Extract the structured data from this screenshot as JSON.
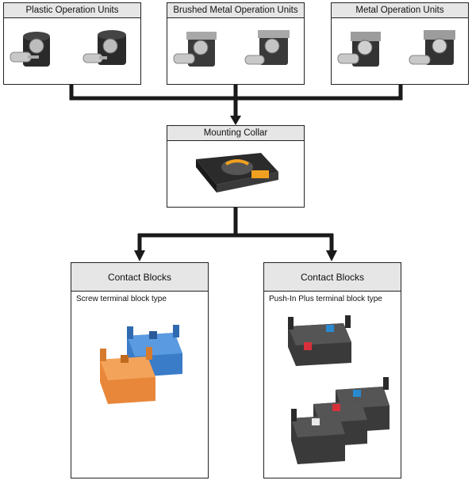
{
  "operation_units": [
    {
      "title": "Plastic Operation Units"
    },
    {
      "title": "Brushed Metal Operation Units"
    },
    {
      "title": "Metal  Operation Units"
    }
  ],
  "mounting_collar": {
    "title": "Mounting Collar"
  },
  "contact_blocks": [
    {
      "title": "Contact Blocks",
      "subtitle": "Screw terminal block type"
    },
    {
      "title": "Contact Blocks",
      "subtitle": "Push-In Plus terminal block type"
    }
  ],
  "colors": {
    "header_bg": "#e6e6e6",
    "line": "#1a1a1a",
    "collar_accent": "#f0a020",
    "screw_orange": "#e8873a",
    "screw_blue": "#3a7cc8",
    "pushin_red": "#d8303a",
    "pushin_blue": "#2a8ad0"
  }
}
